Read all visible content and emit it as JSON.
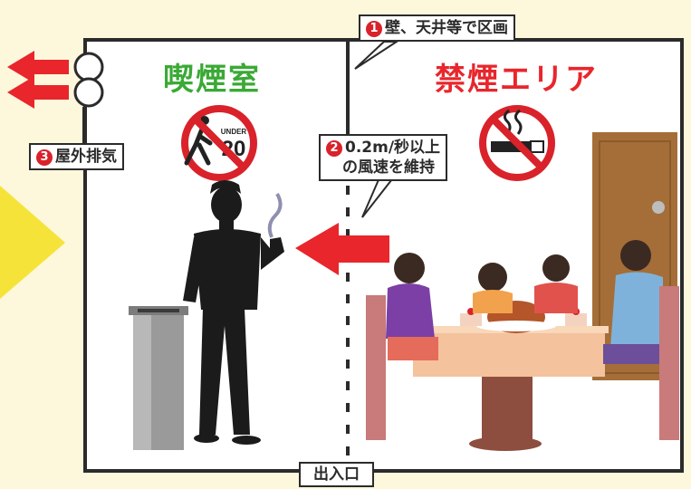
{
  "colors": {
    "background": "#fdf8dc",
    "smoking_room_title": "#3aa935",
    "no_smoking_title": "#e8262c",
    "arrow": "#e8262c",
    "badge": "#d9222a",
    "outline": "#2b2b2b",
    "yellow_arrow": "#f6e33a"
  },
  "smoking_room": {
    "title": "喫煙室",
    "sign_label": "UNDER",
    "sign_number": "20"
  },
  "no_smoking_area": {
    "title": "禁煙エリア"
  },
  "callouts": {
    "partition": {
      "number": "1",
      "text": "壁、天井等で区画"
    },
    "airflow": {
      "number": "2",
      "line1": "0.2m/秒以上",
      "line2": "の風速を維持"
    },
    "exhaust": {
      "number": "3",
      "text": "屋外排気"
    }
  },
  "entrance_label": "出入口",
  "icons": [
    "under-20-prohibited-icon",
    "no-smoking-icon",
    "exhaust-fan-icon",
    "airflow-arrow-icon"
  ]
}
